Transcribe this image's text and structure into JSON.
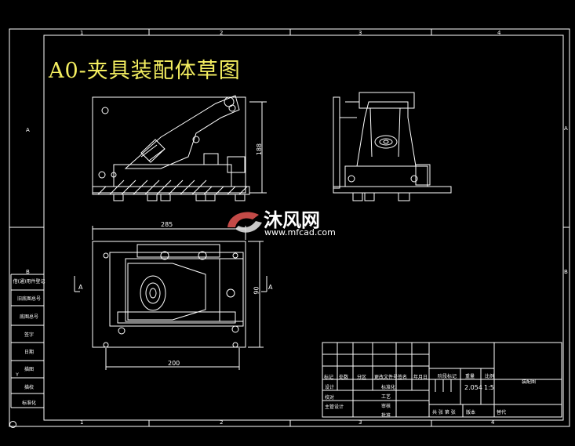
{
  "title": "A0-夹具装配体草图",
  "zone_numbers_top": [
    "1",
    "2",
    "3",
    "4"
  ],
  "zone_numbers_bottom": [
    "1",
    "2",
    "3",
    "4"
  ],
  "zone_letters_left": [
    "A",
    "B"
  ],
  "zone_letters_right": [
    "A",
    "B"
  ],
  "dimensions": {
    "front_height": "188",
    "top_width": "285",
    "top_height": "90",
    "bottom_width": "200"
  },
  "section_marks": [
    "A",
    "A"
  ],
  "watermark": {
    "brand": "沐风网",
    "url": "www.mfcad.com"
  },
  "side_table": [
    "借(通)用件登记",
    "旧底图总号",
    "底图总号",
    "签字",
    "日期",
    "描图",
    "描校",
    "标准化",
    "Y"
  ],
  "title_block": {
    "rev_headers": [
      "标记",
      "处数",
      "分区",
      "更改文件号",
      "签名",
      "年月日"
    ],
    "roles": [
      "设计",
      "校对",
      "审核",
      "工艺",
      "标准化",
      "批准",
      "主管设计"
    ],
    "stage_header": "阶段标记",
    "weight_header": "重量",
    "scale_header": "比例",
    "weight": "2.054",
    "scale": "1:5",
    "drawing_name": "装配图",
    "sheet": "共 张 第 张",
    "version": "版本",
    "replace": "替代"
  },
  "colors": {
    "title": "#f4ee60",
    "lines": "#ffffff",
    "background": "#000000"
  }
}
